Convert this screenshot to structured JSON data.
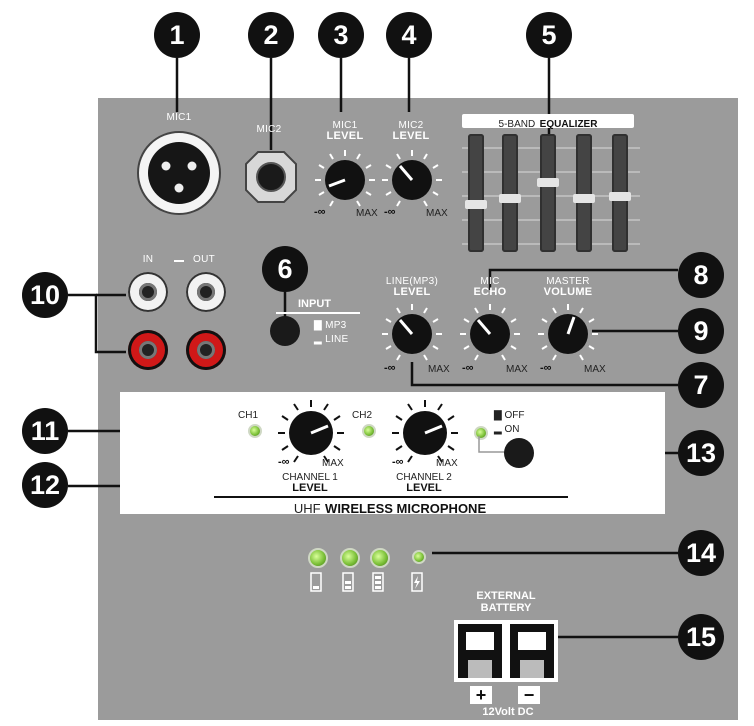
{
  "callouts": [
    "1",
    "2",
    "3",
    "4",
    "5",
    "6",
    "7",
    "8",
    "9",
    "10",
    "11",
    "12",
    "13",
    "14",
    "15"
  ],
  "top_panel": {
    "mic1_label": "MIC1",
    "mic2_label": "MIC2",
    "mic1_level_line1": "MIC1",
    "mic1_level_line2": "LEVEL",
    "mic2_level_line1": "MIC2",
    "mic2_level_line2": "LEVEL",
    "knob_min": "-∞",
    "knob_max": "MAX",
    "eq_title_prefix": "5-BAND",
    "eq_title_bold": "EQUALIZER"
  },
  "middle_panel": {
    "rca_in": "IN",
    "rca_out": "OUT",
    "input_title": "INPUT",
    "input_mp3": "MP3",
    "input_line": "LINE",
    "line_level_line1": "LINE(MP3)",
    "line_level_line2": "LEVEL",
    "mic_echo_line1": "MIC",
    "mic_echo_line2": "ECHO",
    "master_line1": "MASTER",
    "master_line2": "VOLUME",
    "knob_min": "-∞",
    "knob_max": "MAX"
  },
  "wireless": {
    "ch1": "CH1",
    "ch2": "CH2",
    "channel1_line1": "CHANNEL 1",
    "channel1_line2": "LEVEL",
    "channel2_line1": "CHANNEL 2",
    "channel2_line2": "LEVEL",
    "off": "OFF",
    "on": "ON",
    "knob_min": "-∞",
    "knob_max": "MAX",
    "title_prefix": "UHF",
    "title_bold": "WIRELESS MICROPHONE"
  },
  "battery": {
    "ext_line1": "EXTERNAL",
    "ext_line2": "BATTERY",
    "plus": "+",
    "minus": "−",
    "volt": "12Volt DC"
  },
  "colors": {
    "panel": "#9b9b9b",
    "callout": "#111111",
    "led": "#7ec23a",
    "rca_red": "#d01818"
  }
}
